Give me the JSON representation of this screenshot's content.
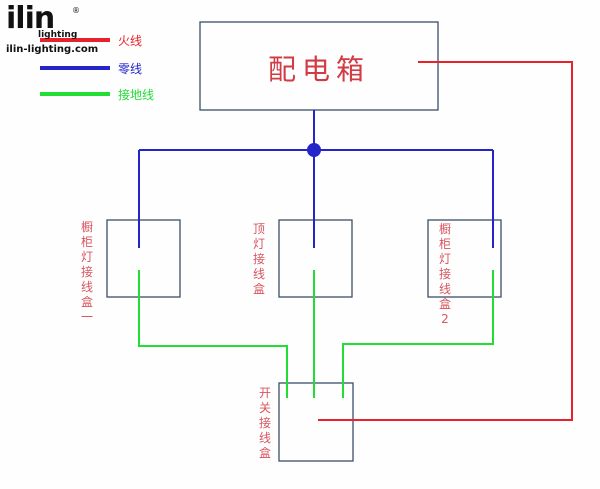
{
  "logo": {
    "brand": "ilin",
    "sub": "lighting",
    "reg": "®",
    "site": "ilin-lighting.com"
  },
  "legend": [
    {
      "label": "火线",
      "color": "#e8222a"
    },
    {
      "label": "零线",
      "color": "#2424c8"
    },
    {
      "label": "接地线",
      "color": "#22dd33"
    }
  ],
  "distribution_box": {
    "label": "配电箱"
  },
  "junction_boxes": [
    {
      "label": "橱柜灯接线盒一"
    },
    {
      "label": "顶灯接线盒"
    },
    {
      "label": "橱柜灯接线盒2"
    }
  ],
  "switch_box": {
    "label": "开关接线盒"
  },
  "colors": {
    "live": "#e8222a",
    "neutral": "#2424c8",
    "ground": "#22dd33",
    "box": "#3a4f69",
    "text": "#d8555e"
  }
}
